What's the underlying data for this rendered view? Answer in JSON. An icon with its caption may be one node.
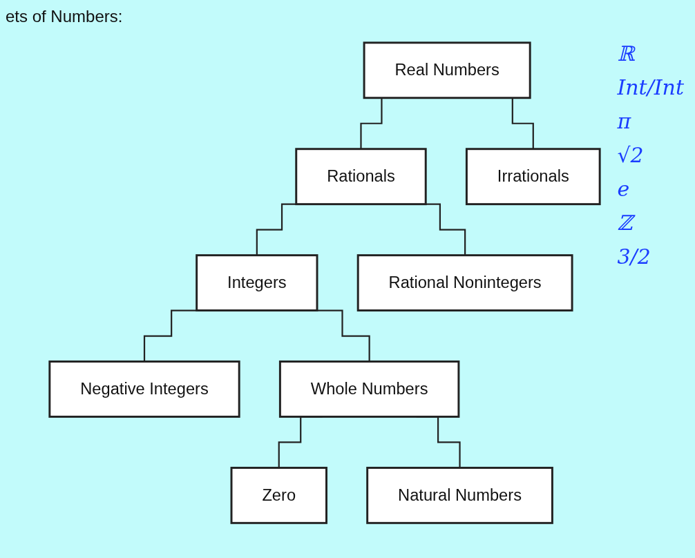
{
  "diagram": {
    "title": "ets of Numbers:",
    "nodes": [
      {
        "text": [
          "Real Numbers"
        ]
      },
      {
        "text": [
          "Rationals"
        ]
      },
      {
        "text": [
          "Irrationals"
        ]
      },
      {
        "text": [
          "Integers"
        ]
      },
      {
        "text": [
          "Rational Nonintegers"
        ]
      },
      {
        "text": [
          "Negative Integers"
        ]
      },
      {
        "text": [
          "Whole Numbers"
        ]
      },
      {
        "text": [
          "Zero"
        ]
      },
      {
        "text": [
          "Natural Numbers"
        ]
      }
    ],
    "edges": [
      {
        "from": 0,
        "to": 1,
        "arrow": "none"
      },
      {
        "from": 0,
        "to": 2,
        "arrow": "none"
      },
      {
        "from": 1,
        "to": 3,
        "arrow": "none"
      },
      {
        "from": 1,
        "to": 4,
        "arrow": "none"
      },
      {
        "from": 3,
        "to": 5,
        "arrow": "none"
      },
      {
        "from": 3,
        "to": 6,
        "arrow": "none"
      },
      {
        "from": 6,
        "to": 7,
        "arrow": "none"
      },
      {
        "from": 6,
        "to": 8,
        "arrow": "none"
      }
    ],
    "labels": [
      "ℝ",
      "Int/Int",
      "π",
      "√2",
      "e",
      "ℤ",
      "3/2"
    ]
  }
}
